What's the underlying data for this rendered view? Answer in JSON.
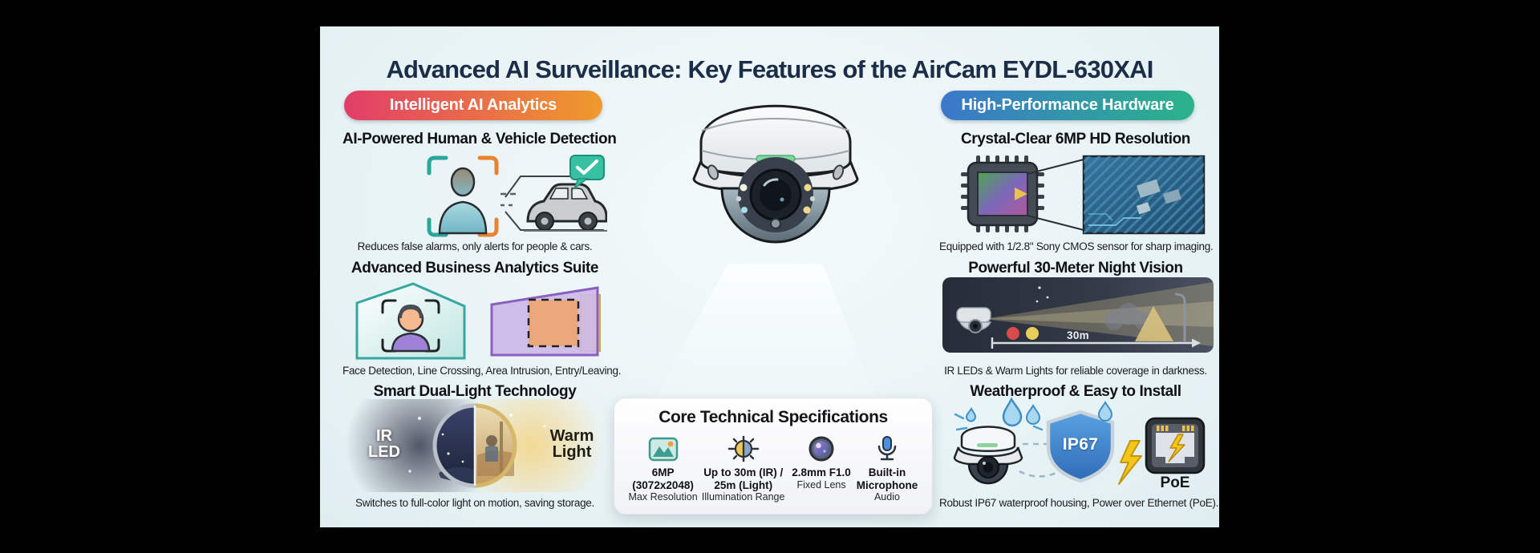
{
  "page": {
    "title": "Advanced AI Surveillance: Key Features of the AirCam EYDL-630XAI"
  },
  "left_column": {
    "badge": "Intelligent AI Analytics",
    "sections": [
      {
        "heading": "AI-Powered Human & Vehicle Detection",
        "caption": "Reduces false alarms, only alerts for people & cars."
      },
      {
        "heading": "Advanced Business Analytics Suite",
        "caption": "Face Detection, Line Crossing, Area Intrusion, Entry/Leaving."
      },
      {
        "heading": "Smart Dual-Light Technology",
        "caption": "Switches to full-color light on motion, saving storage.",
        "ir_label": "IR LED",
        "warm_label": "Warm Light"
      }
    ]
  },
  "right_column": {
    "badge": "High-Performance Hardware",
    "sections": [
      {
        "heading": "Crystal-Clear 6MP HD Resolution",
        "caption": "Equipped with 1/2.8\" Sony CMOS sensor for sharp imaging."
      },
      {
        "heading": "Powerful 30-Meter Night Vision",
        "caption": "IR LEDs & Warm Lights for reliable coverage in darkness.",
        "distance_label": "30m"
      },
      {
        "heading": "Weatherproof & Easy to Install",
        "caption": "Robust IP67 waterproof housing, Power over Ethernet (PoE).",
        "shield_label": "IP67",
        "poe_label": "PoE"
      }
    ]
  },
  "spec_box": {
    "title": "Core Technical Specifications",
    "items": [
      {
        "icon": "image-resolution-icon",
        "value": "6MP (3072x2048)",
        "label": "Max Resolution"
      },
      {
        "icon": "dual-illumination-icon",
        "value": "Up to 30m (IR) / 25m (Light)",
        "label": "Illumination Range"
      },
      {
        "icon": "lens-icon",
        "value": "2.8mm F1.0",
        "label": "Fixed Lens"
      },
      {
        "icon": "microphone-icon",
        "value": "Built-in Microphone",
        "label": "Audio"
      }
    ]
  },
  "colors": {
    "left_badge_start": "#e23d68",
    "left_badge_end": "#ef9a2c",
    "right_badge_start": "#3c77cb",
    "right_badge_end": "#2ab389",
    "panel_background": "#e8f3f5",
    "title_color": "#1b2d47"
  }
}
